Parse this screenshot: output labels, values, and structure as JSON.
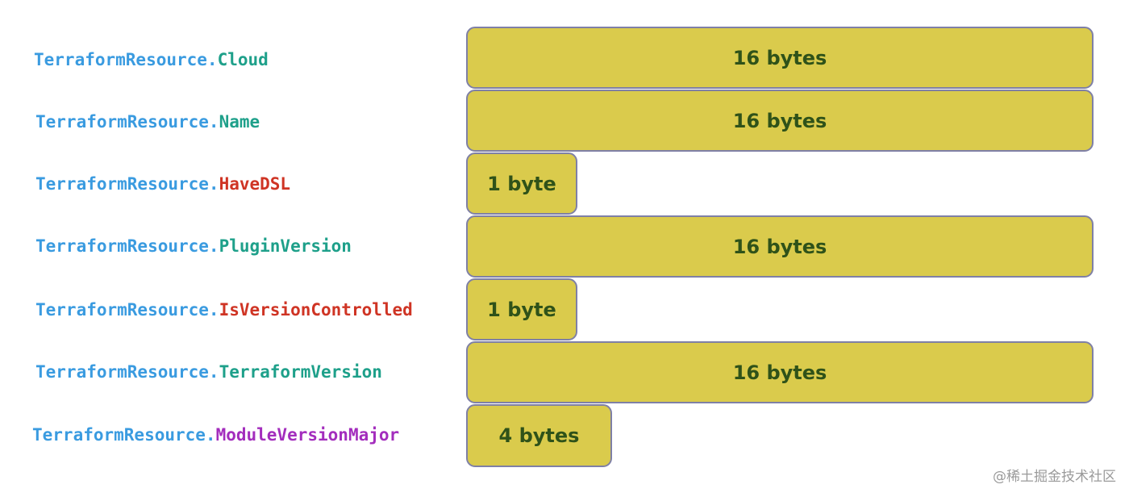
{
  "rows": [
    {
      "prefix": "TerraformResource.",
      "field": "Cloud",
      "field_color": "#1ea08a",
      "size_label": "16 bytes"
    },
    {
      "prefix": "TerraformResource.",
      "field": "Name",
      "field_color": "#1ea08a",
      "size_label": "16 bytes"
    },
    {
      "prefix": "TerraformResource.",
      "field": "HaveDSL",
      "field_color": "#cf3424",
      "size_label": "1 byte"
    },
    {
      "prefix": "TerraformResource.",
      "field": "PluginVersion",
      "field_color": "#1ea08a",
      "size_label": "16 bytes"
    },
    {
      "prefix": "TerraformResource.",
      "field": "IsVersionControlled",
      "field_color": "#cf3424",
      "size_label": "1 byte"
    },
    {
      "prefix": "TerraformResource.",
      "field": "TerraformVersion",
      "field_color": "#1ea08a",
      "size_label": "16 bytes"
    },
    {
      "prefix": "TerraformResource.",
      "field": "ModuleVersionMajor",
      "field_color": "#a32dbd",
      "size_label": "4 bytes"
    }
  ],
  "watermark": "@稀土掘金技术社区"
}
